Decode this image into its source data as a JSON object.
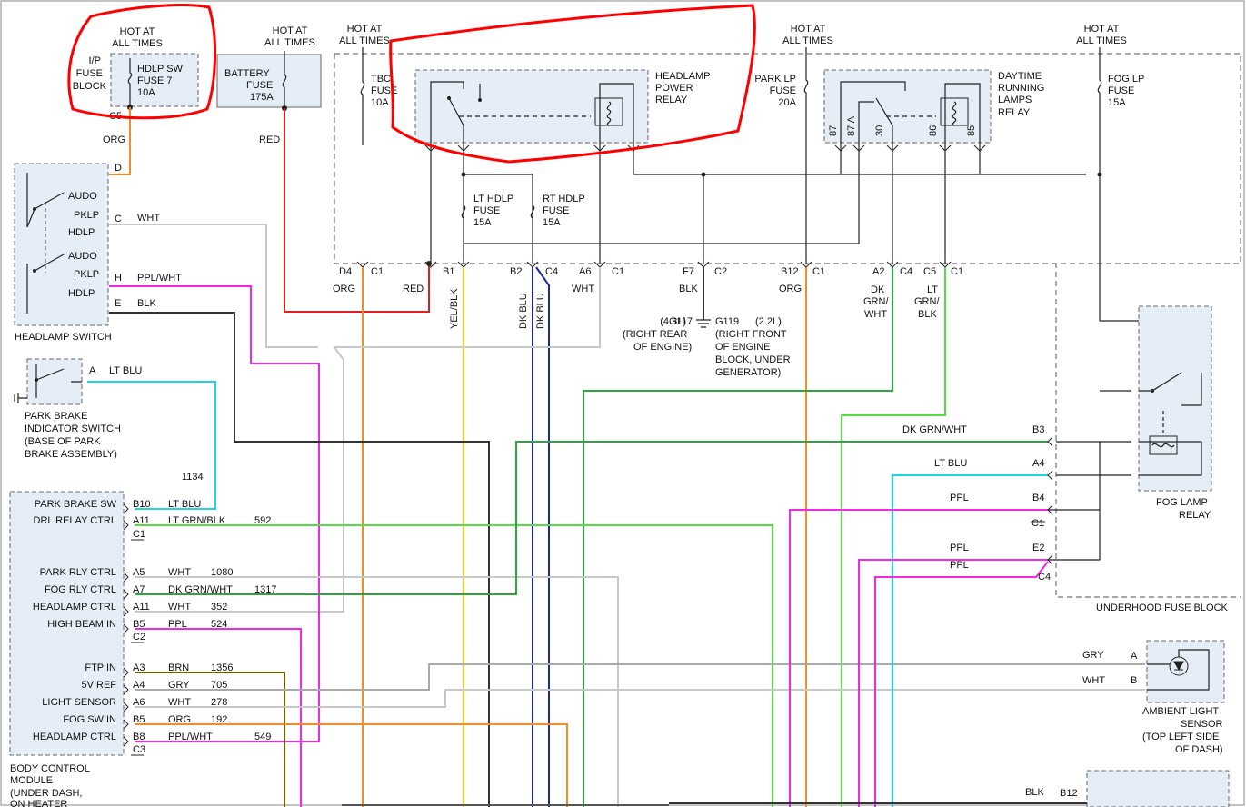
{
  "colors": {
    "orange": "#f28c28",
    "red": "#e21f1f",
    "yellow": "#d8d420",
    "dkblue": "#1a2a9a",
    "white_wire": "#c8c8c8",
    "black": "#333333",
    "cyan": "#22d3e6",
    "magenta": "#ee2ae6",
    "dkgreen": "#2aa83a",
    "ltgreen": "#55dd44",
    "olive": "#6b5a00",
    "gray": "#999999",
    "annotation": "#ff0000",
    "component_fill": "#e5eef6"
  },
  "hot_labels": [
    {
      "l1": "HOT AT",
      "l2": "ALL TIMES"
    },
    {
      "l1": "HOT AT",
      "l2": "ALL TIMES"
    },
    {
      "l1": "HOT AT",
      "l2": "ALL TIMES"
    },
    {
      "l1": "HOT AT",
      "l2": "ALL TIMES"
    },
    {
      "l1": "HOT AT",
      "l2": "ALL TIMES"
    }
  ],
  "ip_fuse_block": {
    "l1": "I/P",
    "l2": "FUSE",
    "l3": "BLOCK",
    "fuse_l1": "HDLP SW",
    "fuse_l2": "FUSE 7",
    "fuse_l3": "10A",
    "conn": "C5",
    "wire": "ORG"
  },
  "battery_fuse": {
    "l1": "BATTERY",
    "l2": "FUSE",
    "l3": "175A",
    "wire": "RED"
  },
  "tbc_fuse": {
    "l1": "TBC",
    "l2": "FUSE",
    "l3": "10A"
  },
  "headlamp_relay": {
    "l1": "HEADLAMP",
    "l2": "POWER",
    "l3": "RELAY"
  },
  "park_lp_fuse": {
    "l1": "PARK LP",
    "l2": "FUSE",
    "l3": "20A"
  },
  "drl_relay": {
    "l1": "DAYTIME",
    "l2": "RUNNING",
    "l3": "LAMPS",
    "l4": "RELAY",
    "p87": "87",
    "p87a": "87 A",
    "p30": "30",
    "p86": "86",
    "p85": "85"
  },
  "fog_lp_fuse": {
    "l1": "FOG LP",
    "l2": "FUSE",
    "l3": "15A"
  },
  "lt_hdlp_fuse": {
    "l1": "LT HDLP",
    "l2": "FUSE",
    "l3": "15A"
  },
  "rt_hdlp_fuse": {
    "l1": "RT HDLP",
    "l2": "FUSE",
    "l3": "15A"
  },
  "underhood_connectors": [
    {
      "pin": "D4",
      "conn": "C1"
    },
    {
      "pin": "B1",
      "conn": ""
    },
    {
      "pin": "B2",
      "conn": "C4"
    },
    {
      "pin": "A6",
      "conn": "C1"
    },
    {
      "pin": "F7",
      "conn": "C2"
    },
    {
      "pin": "B12",
      "conn": "C1"
    },
    {
      "pin": "A2",
      "conn": "C4"
    },
    {
      "pin": "C5",
      "conn": "C1"
    }
  ],
  "wire_labels": {
    "d4": "ORG",
    "red": "RED",
    "b1": "YEL/BLK",
    "b2a": "DK BLU",
    "b2b": "DK BLU",
    "a6": "WHT",
    "f7": "BLK",
    "b12": "ORG",
    "a2_l1": "DK",
    "a2_l2": "GRN/",
    "a2_l3": "WHT",
    "c5_l1": "LT",
    "c5_l2": "GRN/",
    "c5_l3": "BLK"
  },
  "grounds": {
    "g117_l1": "(4.3L)",
    "g117_name": "G117",
    "g117_l2": "(RIGHT REAR",
    "g117_l3": "OF ENGINE)",
    "g119_name": "G119",
    "g119_l1": "(2.2L)",
    "g119_l2": "(RIGHT FRONT",
    "g119_l3": "OF ENGINE",
    "g119_l4": "BLOCK, UNDER",
    "g119_l5": "GENERATOR)"
  },
  "headlamp_switch": {
    "title": "HEADLAMP SWITCH",
    "auto1": "AUDO",
    "pklp1": "PKLP",
    "hdlp1": "HDLP",
    "auto2": "AUDO",
    "pklp2": "PKLP",
    "hdlp2": "HDLP",
    "pins": [
      {
        "pin": "D",
        "wire": ""
      },
      {
        "pin": "C",
        "wire": "WHT"
      },
      {
        "pin": "H",
        "wire": "PPL/WHT"
      },
      {
        "pin": "E",
        "wire": "BLK"
      }
    ]
  },
  "park_brake": {
    "pin": "A",
    "wire": "LT BLU",
    "l1": "PARK BRAKE",
    "l2": "INDICATOR SWITCH",
    "l3": "(BASE OF PARK",
    "l4": "BRAKE ASSEMBLY)",
    "circuit": "1134"
  },
  "bcm": {
    "l1": "BODY CONTROL",
    "l2": "MODULE",
    "l3": "(UNDER DASH,",
    "l4": "ON HEATER",
    "rows": [
      {
        "name": "PARK BRAKE SW",
        "pin": "B10",
        "wire": "LT BLU",
        "circuit": ""
      },
      {
        "name": "DRL RELAY CTRL",
        "pin": "A11",
        "wire": "LT GRN/BLK",
        "circuit": "592"
      },
      {
        "name": "PARK RLY CTRL",
        "pin": "A5",
        "wire": "WHT",
        "circuit": "1080"
      },
      {
        "name": "FOG RLY CTRL",
        "pin": "A7",
        "wire": "DK GRN/WHT",
        "circuit": "1317"
      },
      {
        "name": "HEADLAMP CTRL",
        "pin": "A11",
        "wire": "WHT",
        "circuit": "352"
      },
      {
        "name": "HIGH BEAM IN",
        "pin": "B5",
        "wire": "PPL",
        "circuit": "524"
      },
      {
        "name": "FTP IN",
        "pin": "A3",
        "wire": "BRN",
        "circuit": "1356"
      },
      {
        "name": "5V REF",
        "pin": "A4",
        "wire": "GRY",
        "circuit": "705"
      },
      {
        "name": "LIGHT SENSOR",
        "pin": "A6",
        "wire": "WHT",
        "circuit": "278"
      },
      {
        "name": "FOG SW IN",
        "pin": "B5",
        "wire": "ORG",
        "circuit": "192"
      },
      {
        "name": "HEADLAMP CTRL",
        "pin": "B8",
        "wire": "PPL/WHT",
        "circuit": "549"
      }
    ],
    "conns": [
      "C1",
      "C2",
      "C3"
    ]
  },
  "underhood_fuse_block": {
    "title": "UNDERHOOD FUSE BLOCK",
    "rows": [
      {
        "wire": "DK GRN/WHT",
        "pin": "B3"
      },
      {
        "wire": "LT BLU",
        "pin": "A4"
      },
      {
        "wire": "PPL",
        "pin": "B4",
        "conn": "C1"
      },
      {
        "wire": "PPL",
        "pin": "E2",
        "conn": "C4"
      },
      {
        "wire": "PPL",
        "pin": ""
      }
    ]
  },
  "fog_lamp_relay": {
    "l1": "FOG LAMP",
    "l2": "RELAY"
  },
  "ambient_sensor": {
    "wire_a": "GRY",
    "pin_a": "A",
    "wire_b": "WHT",
    "pin_b": "B",
    "l1": "AMBIENT LIGHT",
    "l2": "SENSOR",
    "l3": "(TOP LEFT SIDE",
    "l4": "OF DASH)"
  },
  "bottom": {
    "wire": "BLK",
    "pin": "B12"
  }
}
